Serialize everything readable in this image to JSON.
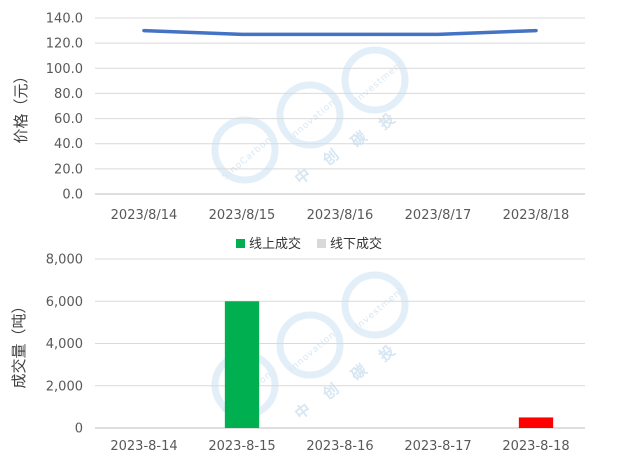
{
  "watermark": {
    "ring_texts": [
      "SinoCarbon",
      "Innovation",
      "Investment"
    ],
    "chinese": [
      "中",
      "创",
      "碳",
      "投"
    ]
  },
  "chart_data": [
    {
      "type": "line",
      "ylabel": "价格（元）",
      "categories": [
        "2023/8/14",
        "2023/8/15",
        "2023/8/16",
        "2023/8/17",
        "2023/8/18"
      ],
      "yticks": [
        "0.0",
        "20.0",
        "40.0",
        "60.0",
        "80.0",
        "100.0",
        "120.0",
        "140.0"
      ],
      "ylim": [
        0,
        140
      ],
      "series": [
        {
          "values": [
            130,
            127,
            127,
            127,
            130
          ],
          "color": "#4472c4"
        }
      ],
      "grid": true
    },
    {
      "type": "bar",
      "ylabel": "成交量（吨）",
      "categories": [
        "2023-8-14",
        "2023-8-15",
        "2023-8-16",
        "2023-8-17",
        "2023-8-18"
      ],
      "yticks": [
        "0",
        "2,000",
        "4,000",
        "6,000",
        "8,000"
      ],
      "ylim": [
        0,
        8000
      ],
      "legend": {
        "position": "top-center",
        "items": [
          {
            "label": "线上成交",
            "color": "#00b050"
          },
          {
            "label": "线下成交",
            "color": "#d9d9d9"
          }
        ]
      },
      "bars": [
        {
          "category": "2023-8-15",
          "value": 6000,
          "color": "#00b050"
        },
        {
          "category": "2023-8-18",
          "value": 500,
          "color": "#ff0000"
        }
      ],
      "grid": true
    }
  ]
}
